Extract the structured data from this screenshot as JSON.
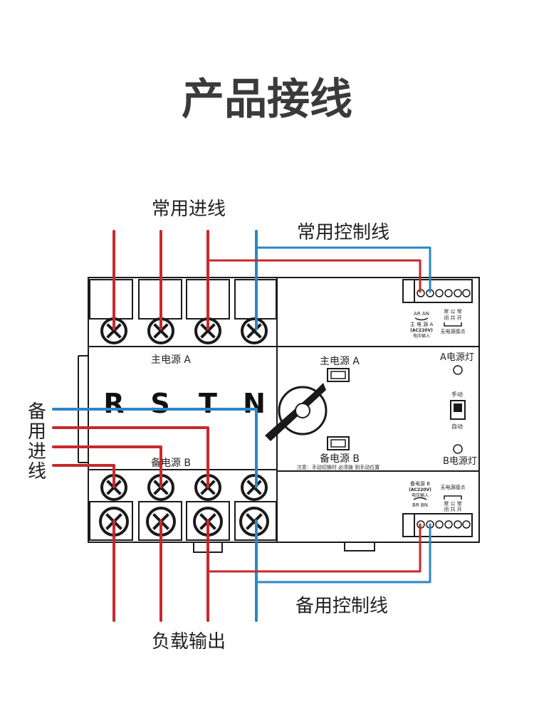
{
  "title": "产品接线",
  "labels": {
    "normal_input": "常用进线",
    "normal_control": "常用控制线",
    "backup_input": [
      "备",
      "用",
      "进",
      "线"
    ],
    "backup_control": "备用控制线",
    "load_output": "负载输出"
  },
  "device": {
    "phases": [
      "R",
      "S",
      "T",
      "N"
    ],
    "main_power_left": "主电源 A",
    "backup_power_left": "备电源 B",
    "panel_main": "主电源 A",
    "panel_backup": "备电源 B",
    "lamp_a": "A电源灯",
    "lamp_b": "B电源灯",
    "switch_manual": "手动",
    "switch_auto": "自动",
    "notice": "注意：手动切换时 必须拨 到手动位置",
    "top_terminal": {
      "ar_an": "AR  AN",
      "main_a": "主 电 源 A",
      "voltage": "(AC220V)",
      "voltage_input": "电压输入",
      "contacts": "常 公 常",
      "contacts2": "闭 共 开",
      "no_power": "无电源接点"
    },
    "bottom_terminal": {
      "backup_b": "备电源 B",
      "voltage": "(AC220V)",
      "voltage_input": "电压输入",
      "br_bn": "BR  BN",
      "no_power": "无电源接点",
      "contacts": "常 公 常",
      "contacts2": "闭 共 开"
    }
  },
  "colors": {
    "red": "#c8282d",
    "blue": "#2a86c8",
    "device": "#1a1a1a",
    "text": "#222222"
  }
}
